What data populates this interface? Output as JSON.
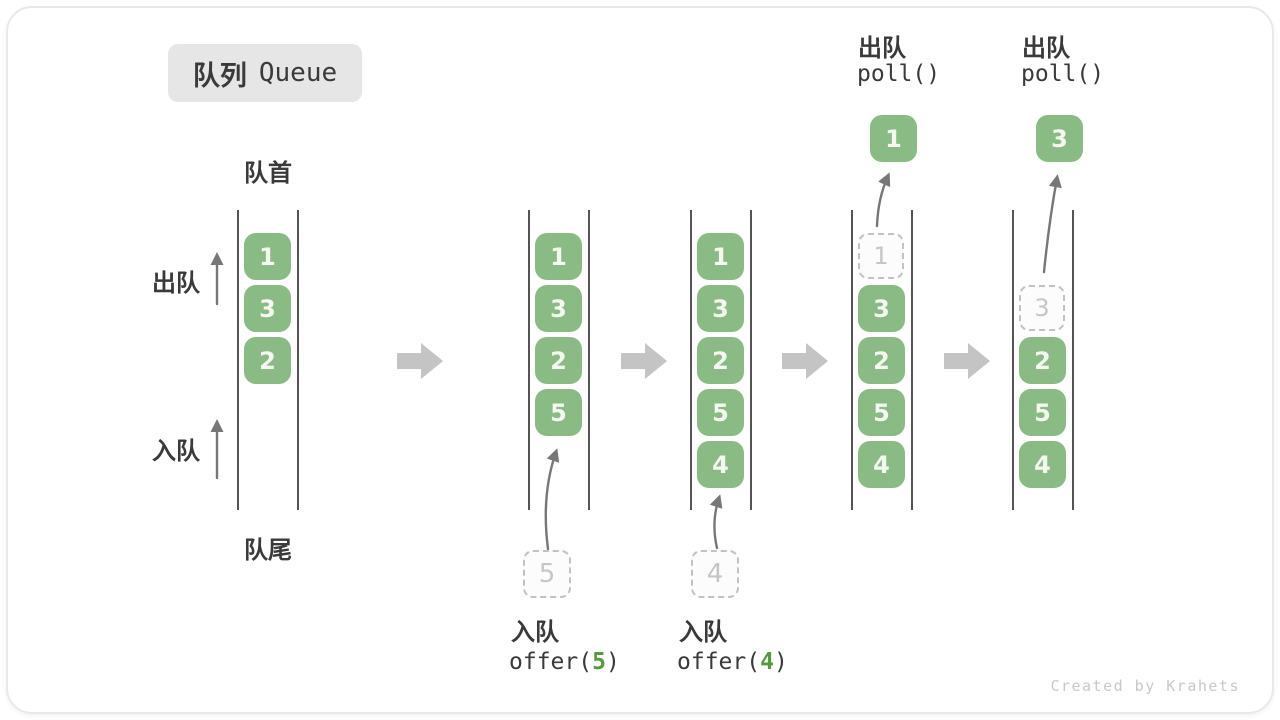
{
  "title": {
    "zh": "队列",
    "en": "Queue"
  },
  "side_labels": {
    "front": "队首",
    "rear": "队尾",
    "dequeue": "出队",
    "enqueue": "入队"
  },
  "operations": {
    "enqueue5": {
      "zh": "入队",
      "prefix": "offer(",
      "arg": "5",
      "suffix": ")"
    },
    "enqueue4": {
      "zh": "入队",
      "prefix": "offer(",
      "arg": "4",
      "suffix": ")"
    },
    "dequeue1": {
      "zh": "出队",
      "code": "poll()"
    },
    "dequeue3": {
      "zh": "出队",
      "code": "poll()"
    }
  },
  "queues": {
    "q1": {
      "slots": [
        "1",
        "3",
        "2"
      ]
    },
    "q2": {
      "slots": [
        "1",
        "3",
        "2",
        "5"
      ],
      "incoming": "5"
    },
    "q3": {
      "slots": [
        "1",
        "3",
        "2",
        "5",
        "4"
      ],
      "incoming": "4"
    },
    "q4": {
      "removed": "1",
      "slots": [
        "3",
        "2",
        "5",
        "4"
      ],
      "popped": "1"
    },
    "q5": {
      "removed": "3",
      "slots": [
        "2",
        "5",
        "4"
      ],
      "popped": "3"
    }
  },
  "watermark": "Created by Krahets",
  "colors": {
    "green": "#8bbb84",
    "box_text": "#f5f8f1",
    "block_arrow": "#c4c4c4",
    "thin_arrow": "#777777",
    "dashed_border": "#c2c2c2",
    "dashed_text": "#c6c6c6",
    "code_green": "#569a3f",
    "ink": "#3a3a3a",
    "wall": "#545454",
    "badge_bg": "#e6e6e6",
    "watermark_gray": "#c9c9c9"
  }
}
